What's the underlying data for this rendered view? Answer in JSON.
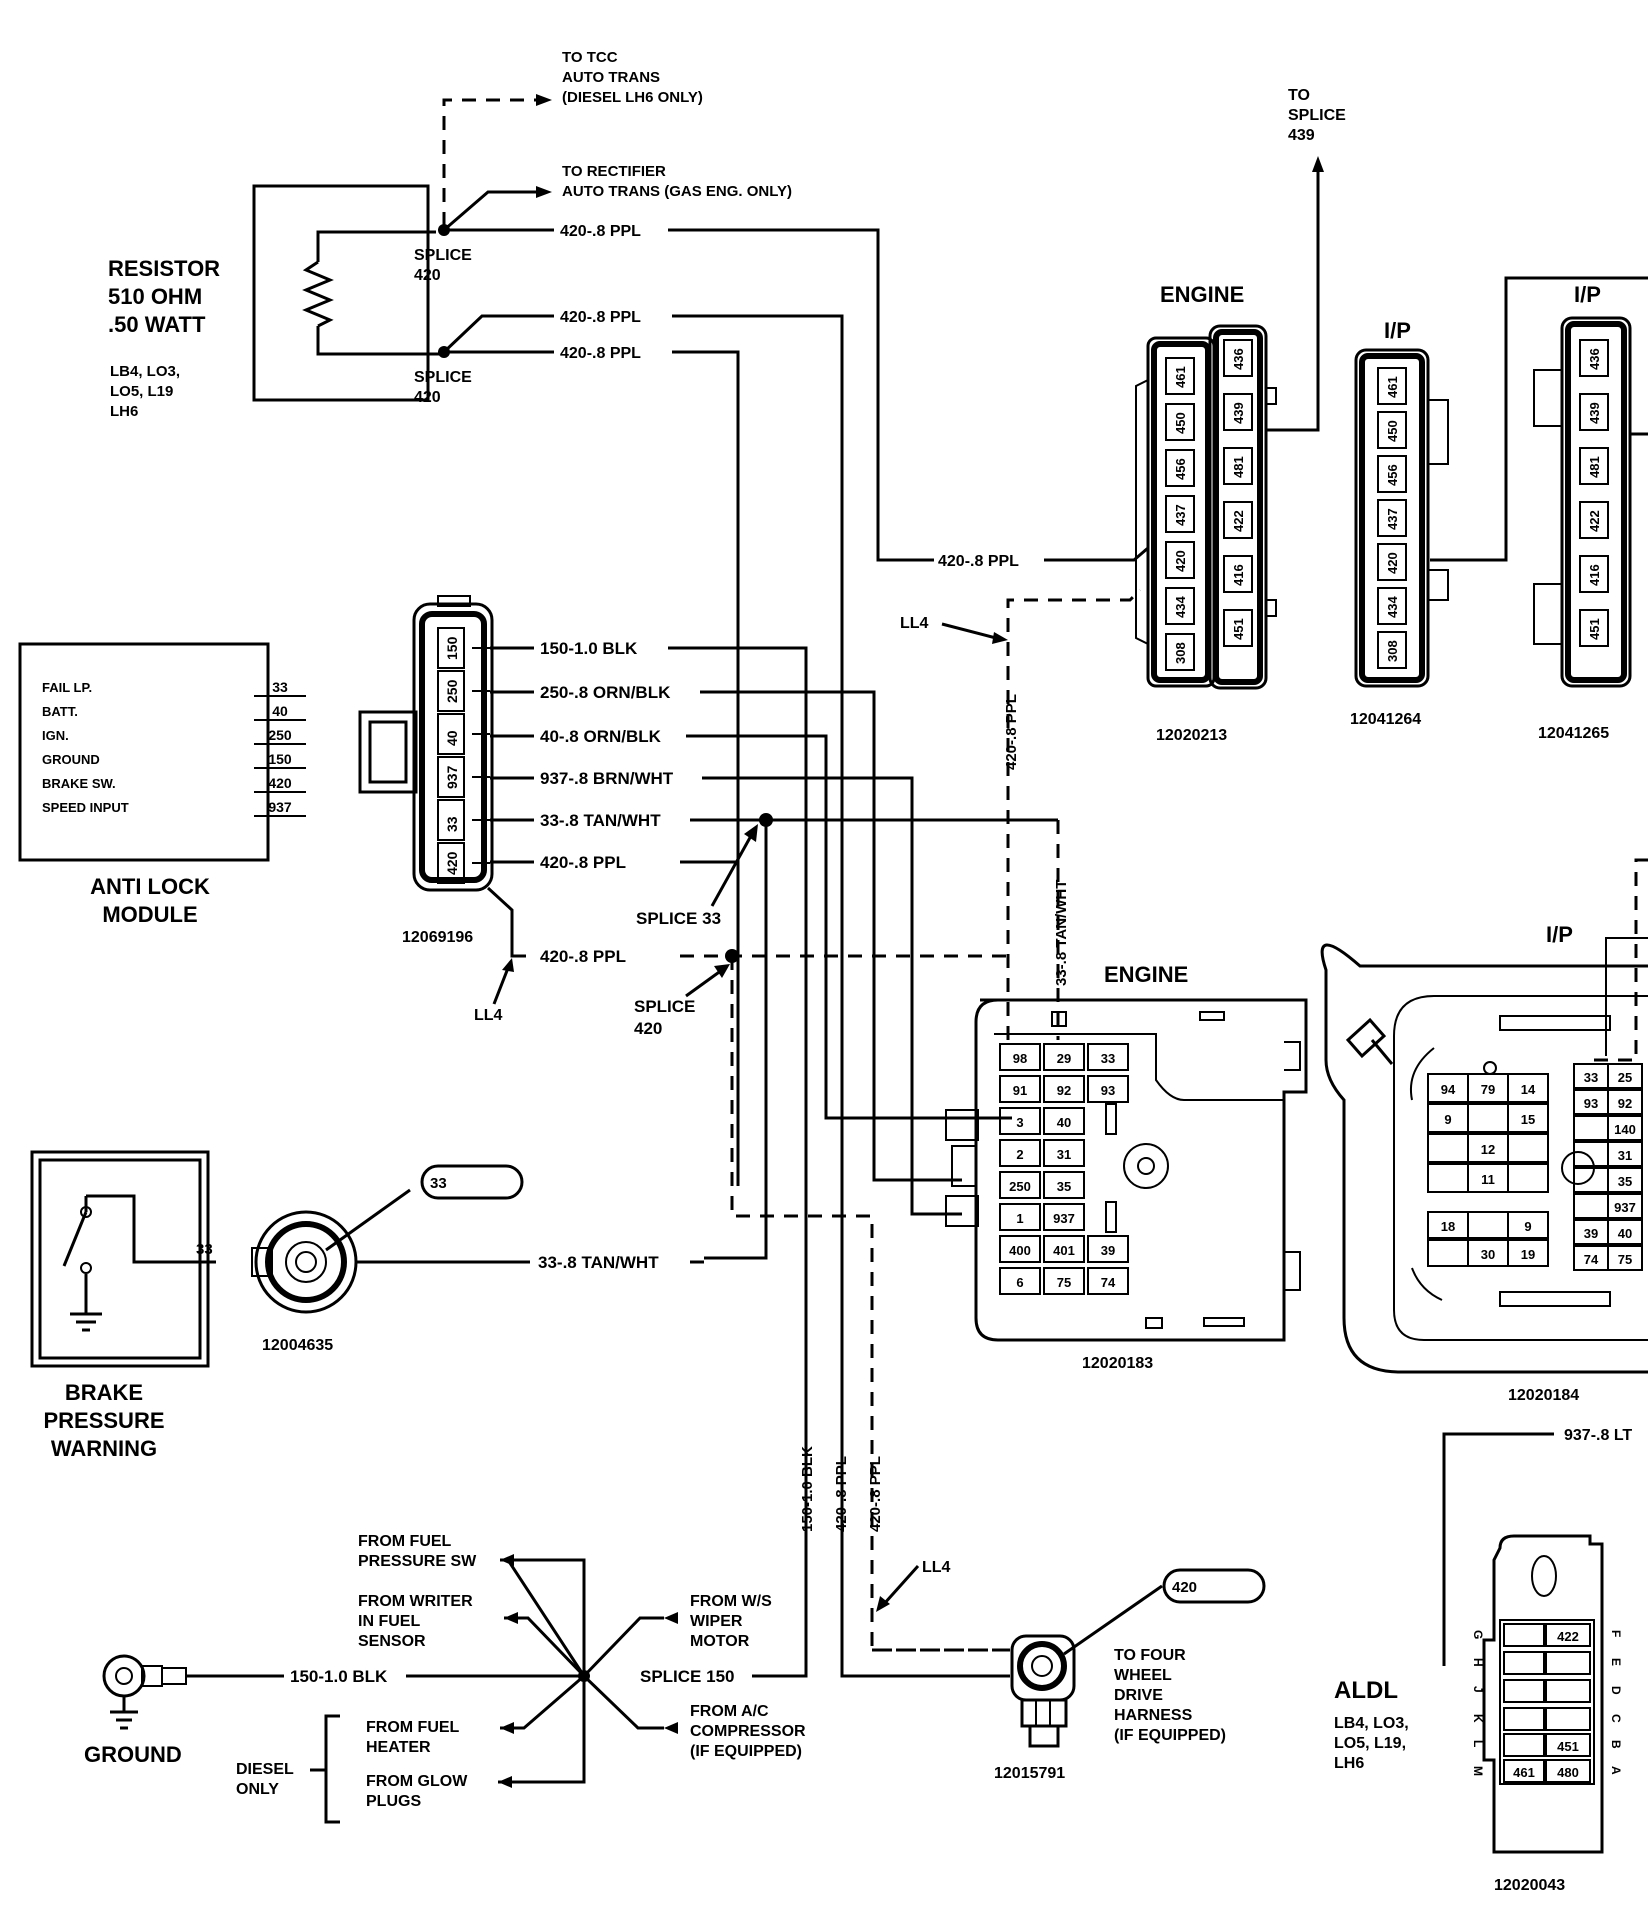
{
  "resistor": {
    "title_lines": [
      "RESISTOR",
      "510 OHM",
      ".50 WATT"
    ],
    "engines_lines": [
      "LB4, LO3,",
      "LO5, L19",
      "LH6"
    ]
  },
  "top_labels": {
    "tcc_lines": [
      "TO TCC",
      "AUTO TRANS",
      "(DIESEL LH6 ONLY)"
    ],
    "rectifier_lines": [
      "TO RECTIFIER",
      "AUTO TRANS (GAS ENG. ONLY)"
    ],
    "splice439_lines": [
      "TO",
      "SPLICE",
      "439"
    ],
    "splice420_a_lines": [
      "SPLICE",
      "420"
    ],
    "splice420_b_lines": [
      "SPLICE",
      "420"
    ]
  },
  "wires": {
    "w420_top": "420-.8 PPL",
    "w420_mid": "420-.8 PPL",
    "w420_low": "420-.8 PPL",
    "w420_engine": "420-.8 PPL",
    "w150": "150-1.0 BLK",
    "w250": "250-.8 ORN/BLK",
    "w40": "40-.8 ORN/BLK",
    "w937": "937-.8 BRN/WHT",
    "w33": "33-.8 TAN/WHT",
    "w420_conn": "420-.8 PPL",
    "w420_ll4": "420-.8 PPL",
    "w33_brake": "33-.8 TAN/WHT",
    "w420_vert": "420-.8 PPL",
    "w33_vert": "33-.8 TAN/WHT",
    "w150_vert": "150-1.0 BLK",
    "w420_vert2": "420-.8 PPL",
    "w420_vert3": "420-.8 PPL",
    "w150_ground": "150-1.0 BLK",
    "w937_aldl": "937-.8 LT"
  },
  "splices": {
    "splice33": "SPLICE 33",
    "splice420_lines": [
      "SPLICE",
      "420"
    ],
    "splice150": "SPLICE 150"
  },
  "ll4": {
    "a": "LL4",
    "b": "LL4",
    "c": "LL4"
  },
  "anti_lock": {
    "pins": [
      {
        "label": "FAIL LP.",
        "num": "33"
      },
      {
        "label": "BATT.",
        "num": "40"
      },
      {
        "label": "IGN.",
        "num": "250"
      },
      {
        "label": "GROUND",
        "num": "150"
      },
      {
        "label": "BRAKE SW.",
        "num": "420"
      },
      {
        "label": "SPEED INPUT",
        "num": "937"
      }
    ],
    "title_lines": [
      "ANTI LOCK",
      "MODULE"
    ]
  },
  "connector_abs": {
    "pins": [
      "150",
      "250",
      "40",
      "937",
      "33",
      "420"
    ],
    "part": "12069196"
  },
  "brake": {
    "pin": "33",
    "title_lines": [
      "BRAKE",
      "PRESSURE",
      "WARNING"
    ],
    "switch_part": "12004635",
    "tag": "33"
  },
  "top_connectors": {
    "engine_title": "ENGINE",
    "engine_left_pins": [
      "461",
      "450",
      "456",
      "437",
      "420",
      "434",
      "308"
    ],
    "engine_right_pins": [
      "436",
      "439",
      "481",
      "422",
      "416",
      "451"
    ],
    "engine_part": "12020213",
    "ip1_title": "I/P",
    "ip1_pins": [
      "461",
      "450",
      "456",
      "437",
      "420",
      "434",
      "308"
    ],
    "ip1_part": "12041264",
    "ip2_title": "I/P",
    "ip2_pins": [
      "436",
      "439",
      "481",
      "422",
      "416",
      "451"
    ],
    "ip2_part": "12041265"
  },
  "engine_block": {
    "title": "ENGINE",
    "rows": [
      [
        "98",
        "29",
        "33"
      ],
      [
        "91",
        "92",
        "93"
      ],
      [
        "3",
        "40",
        ""
      ],
      [
        "2",
        "31",
        ""
      ],
      [
        "250",
        "35",
        ""
      ],
      [
        "1",
        "937",
        ""
      ],
      [
        "400",
        "401",
        "39"
      ],
      [
        "6",
        "75",
        "74"
      ]
    ],
    "part": "12020183"
  },
  "ip_block": {
    "title": "I/P",
    "left_rows": [
      [
        "94",
        "79",
        "14"
      ],
      [
        "9",
        "",
        "15"
      ],
      [
        "",
        "12",
        ""
      ],
      [
        "",
        "11",
        ""
      ]
    ],
    "lower_rows": [
      [
        "18",
        "",
        "9"
      ],
      [
        "",
        "30",
        "19"
      ]
    ],
    "right_rows": [
      [
        "33",
        "25"
      ],
      [
        "93",
        "92"
      ],
      [
        "",
        "140"
      ],
      [
        "",
        "31"
      ],
      [
        "",
        "35"
      ],
      [
        "",
        "937"
      ],
      [
        "39",
        "40"
      ],
      [
        "74",
        "75"
      ]
    ],
    "part": "12020184"
  },
  "ground": {
    "label": "GROUND",
    "sources": [
      [
        "FROM FUEL",
        "PRESSURE SW"
      ],
      [
        "FROM WRITER",
        "IN FUEL",
        "SENSOR"
      ],
      [
        "FROM FUEL",
        "HEATER"
      ],
      [
        "FROM GLOW",
        "PLUGS"
      ]
    ],
    "right_sources": [
      [
        "FROM W/S",
        "WIPER",
        "MOTOR"
      ],
      [
        "FROM A/C",
        "COMPRESSOR",
        "(IF EQUIPPED)"
      ]
    ],
    "diesel_lines": [
      "DIESEL",
      "ONLY"
    ]
  },
  "four_wheel": {
    "tag": "420",
    "lines": [
      "TO FOUR",
      "WHEEL",
      "DRIVE",
      "HARNESS",
      "(IF EQUIPPED)"
    ],
    "part": "12015791"
  },
  "aldl": {
    "title": "ALDL",
    "engines_lines": [
      "LB4, LO3,",
      "LO5, L19,",
      "LH6"
    ],
    "left_letters": [
      "G",
      "H",
      "J",
      "K",
      "L",
      "M"
    ],
    "right_letters": [
      "F",
      "E",
      "D",
      "C",
      "B",
      "A"
    ],
    "cells": [
      "422",
      "",
      "",
      "",
      "451",
      "461",
      "480"
    ],
    "part": "12020043"
  }
}
